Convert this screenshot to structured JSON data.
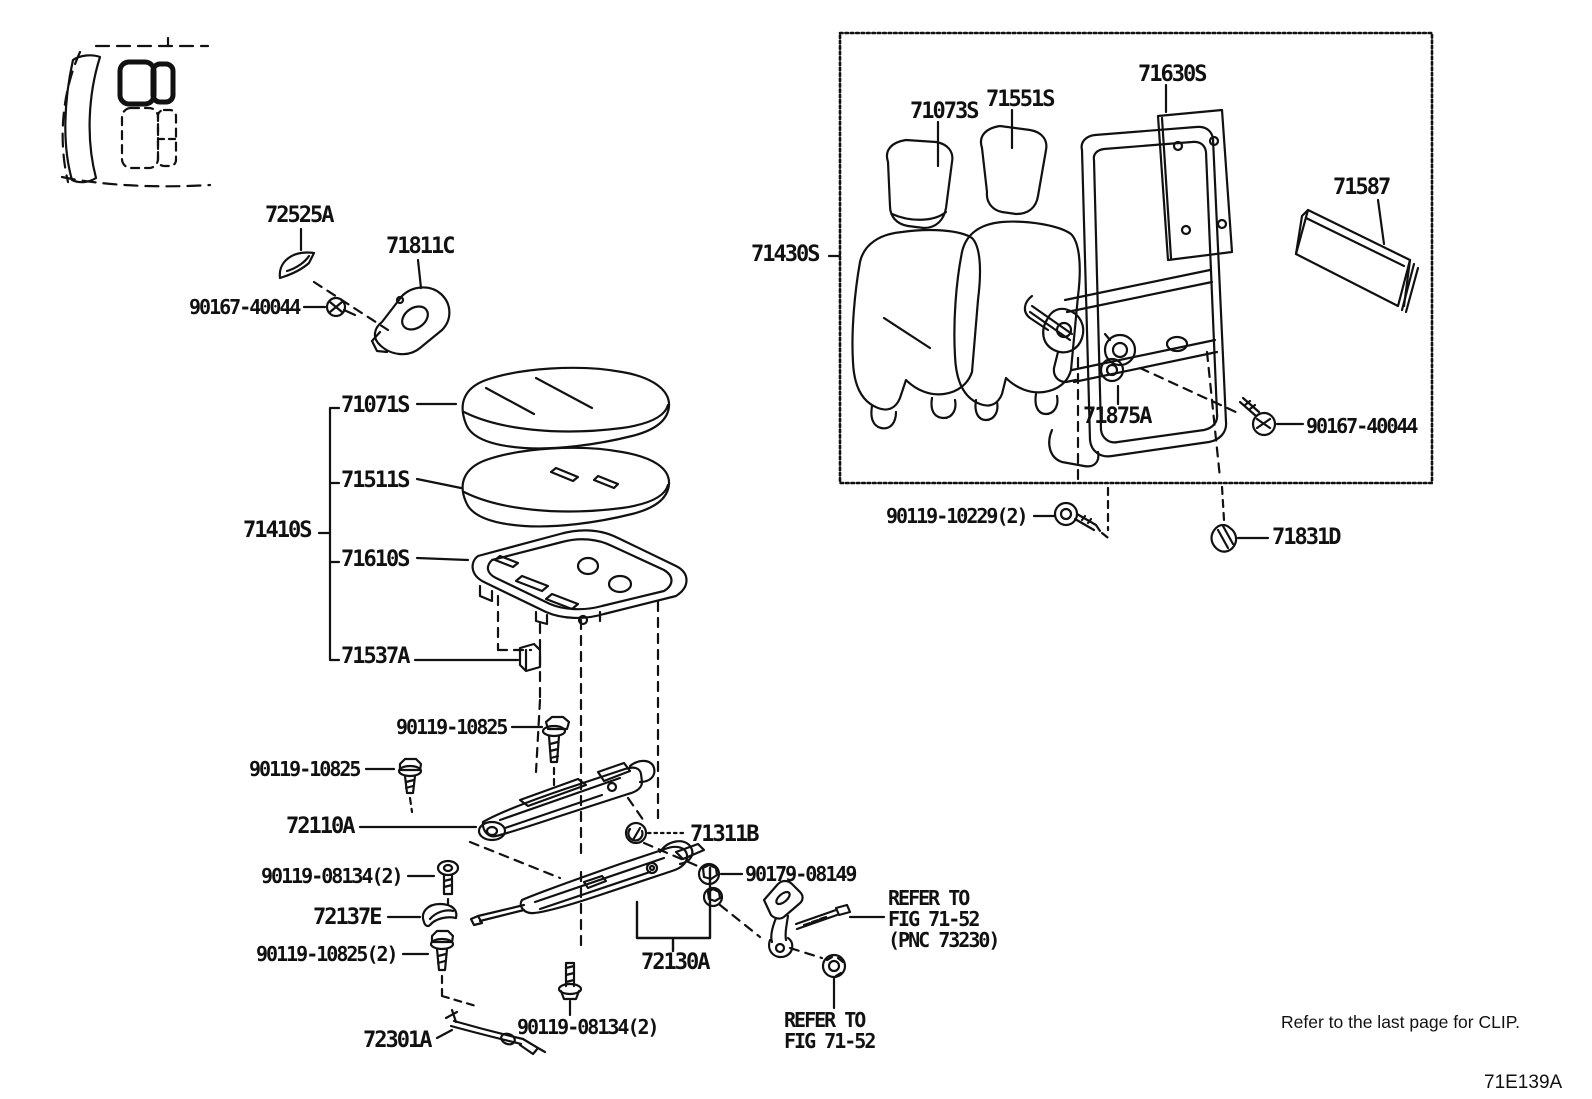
{
  "figure": {
    "code": "71E139A",
    "clip_note": "Refer to the last page for CLIP.",
    "line_color": "#111111",
    "background": "#ffffff"
  },
  "callouts": [
    {
      "id": "72525A",
      "label": "72525A"
    },
    {
      "id": "71811C",
      "label": "71811C"
    },
    {
      "id": "90167-40044-left",
      "label": "90167-40044"
    },
    {
      "id": "71071S",
      "label": "71071S"
    },
    {
      "id": "71511S",
      "label": "71511S"
    },
    {
      "id": "71410S",
      "label": "71410S"
    },
    {
      "id": "71610S",
      "label": "71610S"
    },
    {
      "id": "71537A",
      "label": "71537A"
    },
    {
      "id": "90119-10825-top",
      "label": "90119-10825"
    },
    {
      "id": "90119-10825-left",
      "label": "90119-10825"
    },
    {
      "id": "72110A",
      "label": "72110A"
    },
    {
      "id": "90119-08134-upper",
      "label": "90119-08134(2)"
    },
    {
      "id": "72137E",
      "label": "72137E"
    },
    {
      "id": "90119-10825-2",
      "label": "90119-10825(2)"
    },
    {
      "id": "72301A",
      "label": "72301A"
    },
    {
      "id": "90119-08134-lower",
      "label": "90119-08134(2)"
    },
    {
      "id": "72130A",
      "label": "72130A"
    },
    {
      "id": "71311B",
      "label": "71311B"
    },
    {
      "id": "90179-08149",
      "label": "90179-08149"
    },
    {
      "id": "71430S",
      "label": "71430S"
    },
    {
      "id": "71073S",
      "label": "71073S"
    },
    {
      "id": "71551S",
      "label": "71551S"
    },
    {
      "id": "71630S",
      "label": "71630S"
    },
    {
      "id": "71587",
      "label": "71587"
    },
    {
      "id": "71875A",
      "label": "71875A"
    },
    {
      "id": "90167-40044-right",
      "label": "90167-40044"
    },
    {
      "id": "90119-10229-2",
      "label": "90119-10229(2)"
    },
    {
      "id": "71831D",
      "label": "71831D"
    }
  ],
  "notes": [
    {
      "id": "refer-fig-71-52-pnc",
      "text": "REFER TO\nFIG 71-52\n(PNC 73230)"
    },
    {
      "id": "refer-fig-71-52",
      "text": "REFER TO\nFIG 71-52"
    }
  ]
}
